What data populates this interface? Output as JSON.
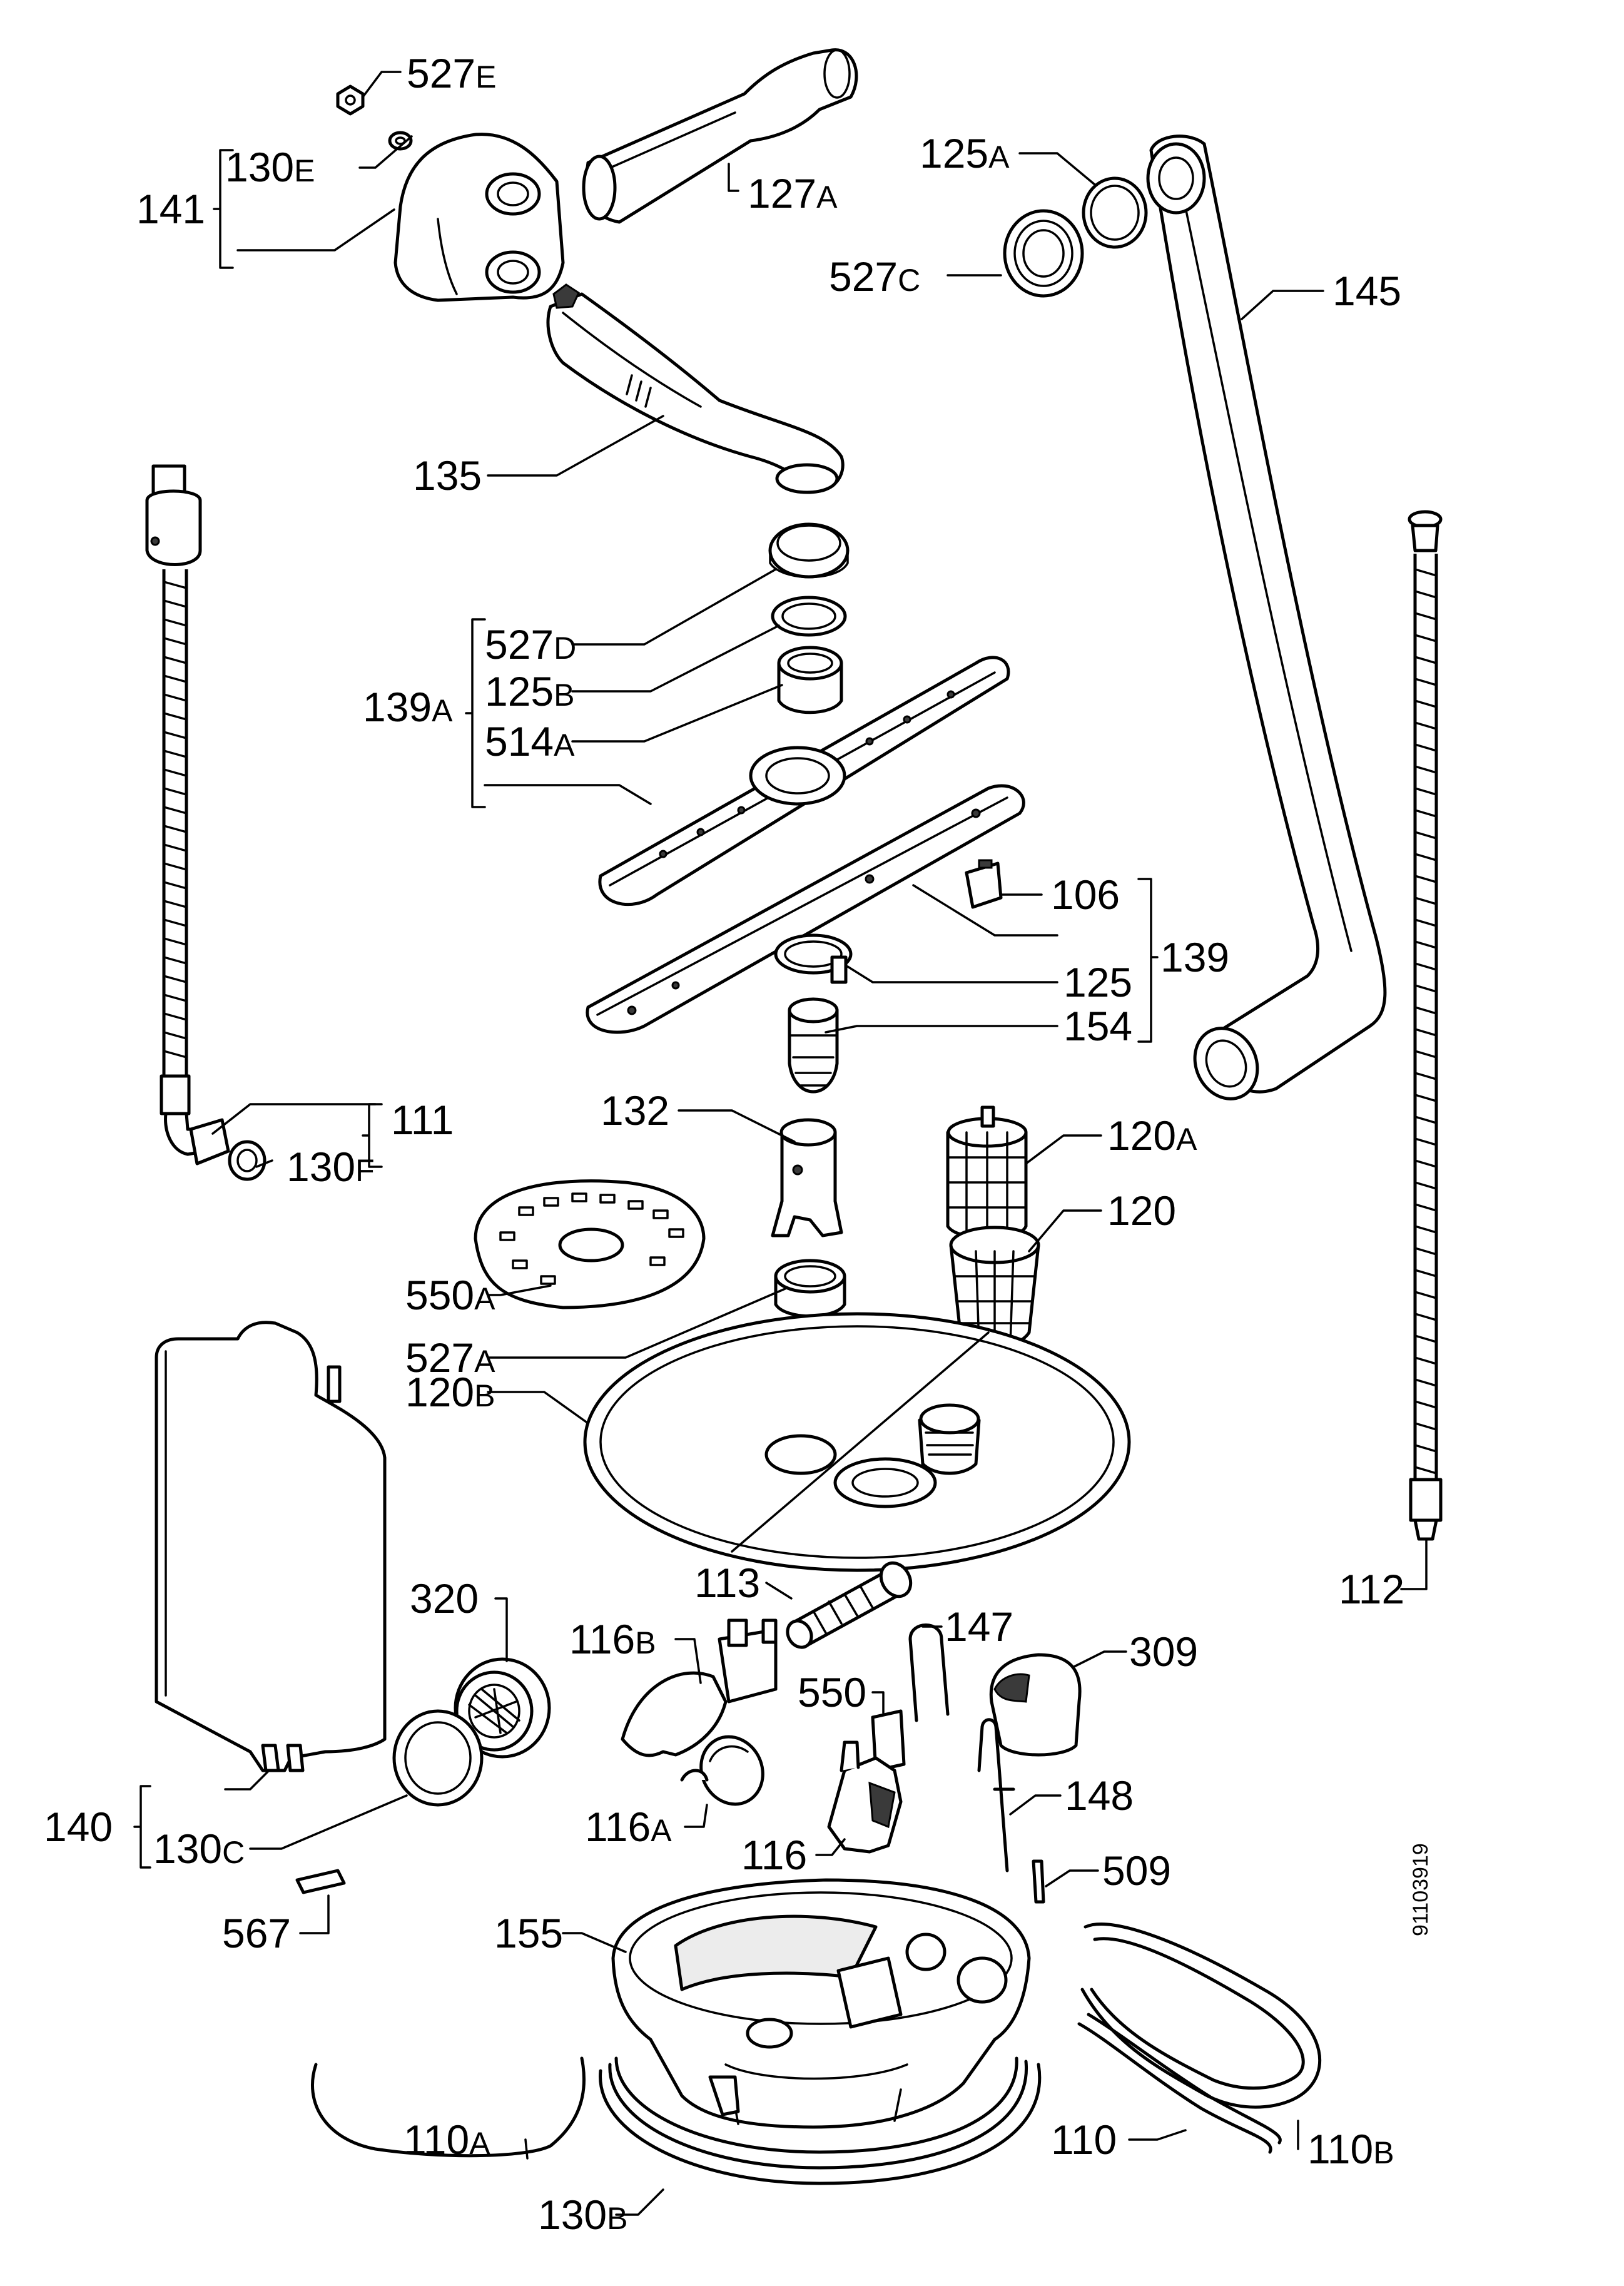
{
  "figure_code": "91103919",
  "labels": {
    "p527e": {
      "num": "527",
      "suffix": "E"
    },
    "p130e": {
      "num": "130",
      "suffix": "E"
    },
    "p141": {
      "num": "141"
    },
    "p127a": {
      "num": "127",
      "suffix": "A"
    },
    "p125a": {
      "num": "125",
      "suffix": "A"
    },
    "p527c": {
      "num": "527",
      "suffix": "C"
    },
    "p145": {
      "num": "145"
    },
    "p135": {
      "num": "135"
    },
    "p527d": {
      "num": "527",
      "suffix": "D"
    },
    "p125b": {
      "num": "125",
      "suffix": "B"
    },
    "p139a": {
      "num": "139",
      "suffix": "A"
    },
    "p514a": {
      "num": "514",
      "suffix": "A"
    },
    "p106": {
      "num": "106"
    },
    "p139": {
      "num": "139"
    },
    "p125": {
      "num": "125"
    },
    "p154": {
      "num": "154"
    },
    "p132": {
      "num": "132"
    },
    "p111": {
      "num": "111"
    },
    "p130f": {
      "num": "130",
      "suffix": "F"
    },
    "p120a": {
      "num": "120",
      "suffix": "A"
    },
    "p120": {
      "num": "120"
    },
    "p550a": {
      "num": "550",
      "suffix": "A"
    },
    "p527a": {
      "num": "527",
      "suffix": "A"
    },
    "p120b": {
      "num": "120",
      "suffix": "B"
    },
    "p112": {
      "num": "112"
    },
    "p113": {
      "num": "113"
    },
    "p320": {
      "num": "320"
    },
    "p116b": {
      "num": "116",
      "suffix": "B"
    },
    "p147": {
      "num": "147"
    },
    "p309": {
      "num": "309"
    },
    "p550": {
      "num": "550"
    },
    "p140": {
      "num": "140"
    },
    "p130c": {
      "num": "130",
      "suffix": "C"
    },
    "p116a": {
      "num": "116",
      "suffix": "A"
    },
    "p116": {
      "num": "116"
    },
    "p148": {
      "num": "148"
    },
    "p509": {
      "num": "509"
    },
    "p567": {
      "num": "567"
    },
    "p155": {
      "num": "155"
    },
    "p110a": {
      "num": "110",
      "suffix": "A"
    },
    "p110b": {
      "num": "110",
      "suffix": "B"
    },
    "p110": {
      "num": "110"
    },
    "p130b": {
      "num": "130",
      "suffix": "B"
    }
  }
}
